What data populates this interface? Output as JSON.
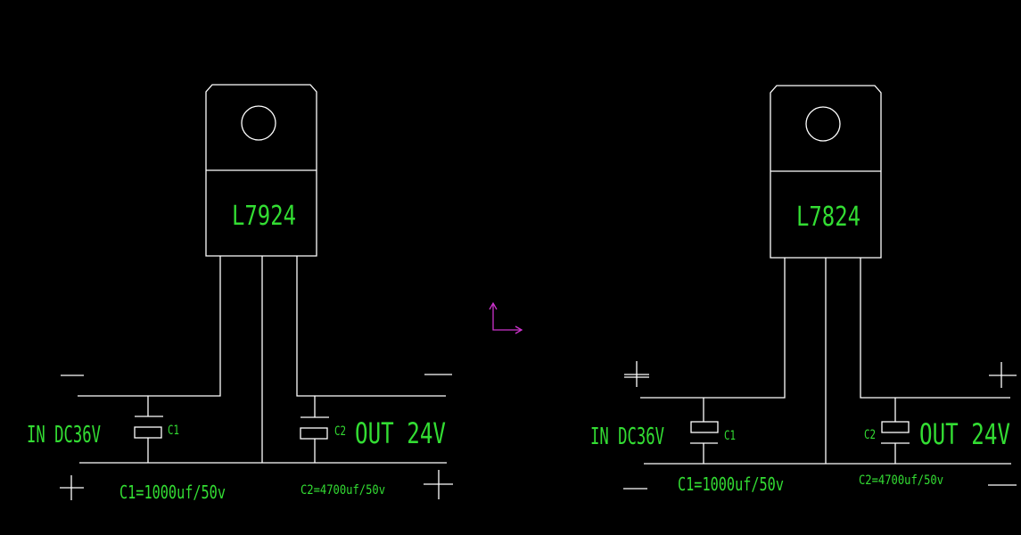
{
  "colors": {
    "background": "#000000",
    "lines": "#ffffff",
    "text": "#33dd33",
    "ucs": "#cc33cc"
  },
  "left_circuit": {
    "regulator": "L7924",
    "input_label": "IN  DC36V",
    "output_label": "OUT  24V",
    "c1_tag": "C1",
    "c2_tag": "C2",
    "c1_value": "C1=1000uf/50v",
    "c2_value": "C2=4700uf/50v"
  },
  "right_circuit": {
    "regulator": "L7824",
    "input_label": "IN  DC36V",
    "output_label": "OUT  24V",
    "c1_tag": "C1",
    "c2_tag": "C2",
    "c1_value": "C1=1000uf/50v",
    "c2_value": "C2=4700uf/50v"
  }
}
